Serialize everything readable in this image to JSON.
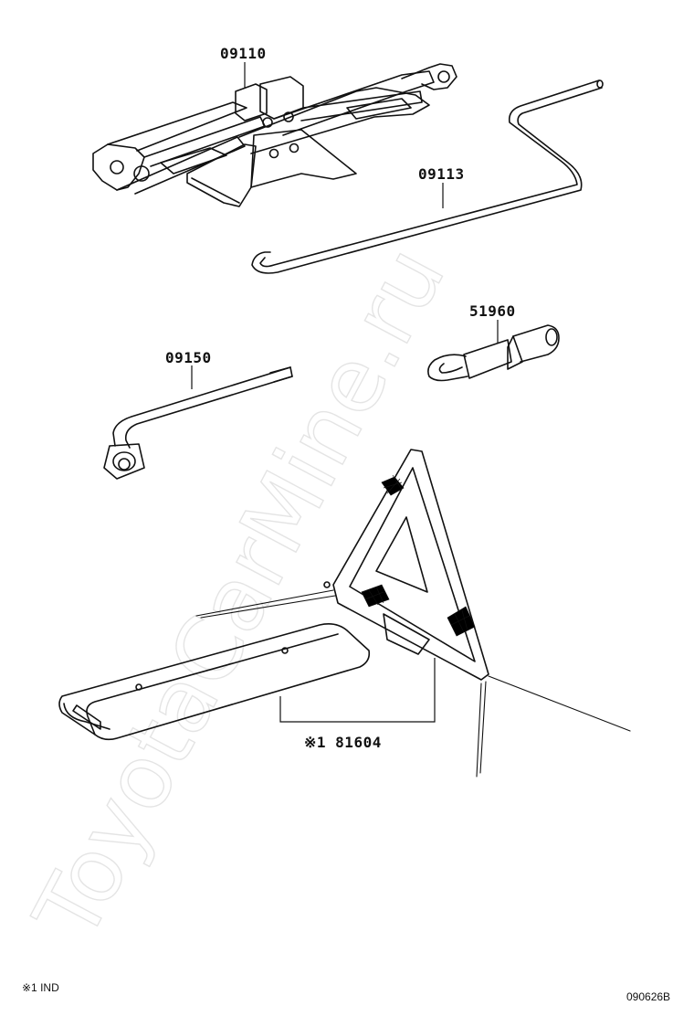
{
  "callouts": {
    "jack": "09110",
    "handle": "09113",
    "towing_eye": "51960",
    "wrench": "09150",
    "triangle_kit": "※1 81604"
  },
  "footnote": "※1 IND",
  "diagram_code": "090626B",
  "watermark": "ToyotaCarMine.ru"
}
